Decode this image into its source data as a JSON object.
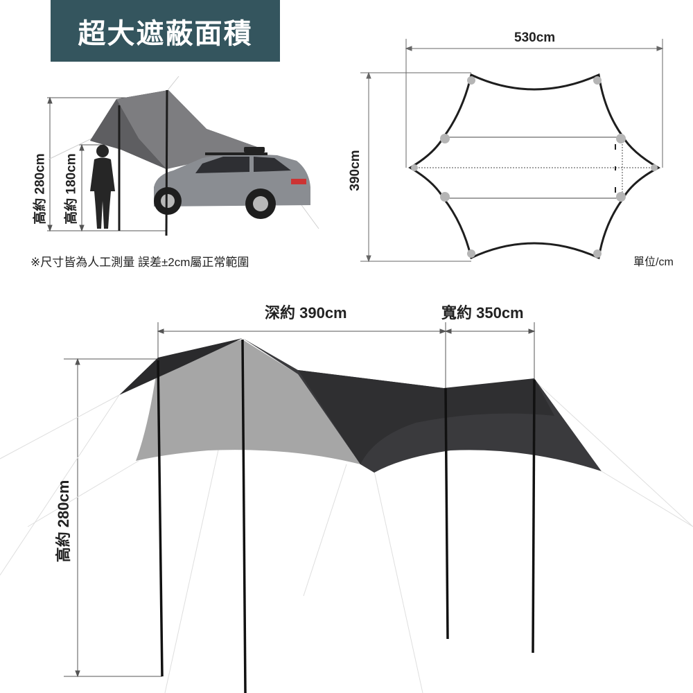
{
  "title": "超大遮蔽面積",
  "side_view": {
    "height_total_label": "高約 280cm",
    "height_person_label": "高約 180cm",
    "note": "※尺寸皆為人工測量 誤差±2cm屬正常範圍"
  },
  "plan_view": {
    "width_label": "530cm",
    "depth_label": "390cm",
    "unit_label": "單位/cm"
  },
  "main_view": {
    "depth_label": "深約 390cm",
    "width_label": "寬約 350cm",
    "height_label": "高約 280cm"
  },
  "colors": {
    "banner": "#34555e",
    "tarp_dark": "#2f2f31",
    "tarp_light": "#a9a9a9",
    "car": "#8a8d92"
  }
}
